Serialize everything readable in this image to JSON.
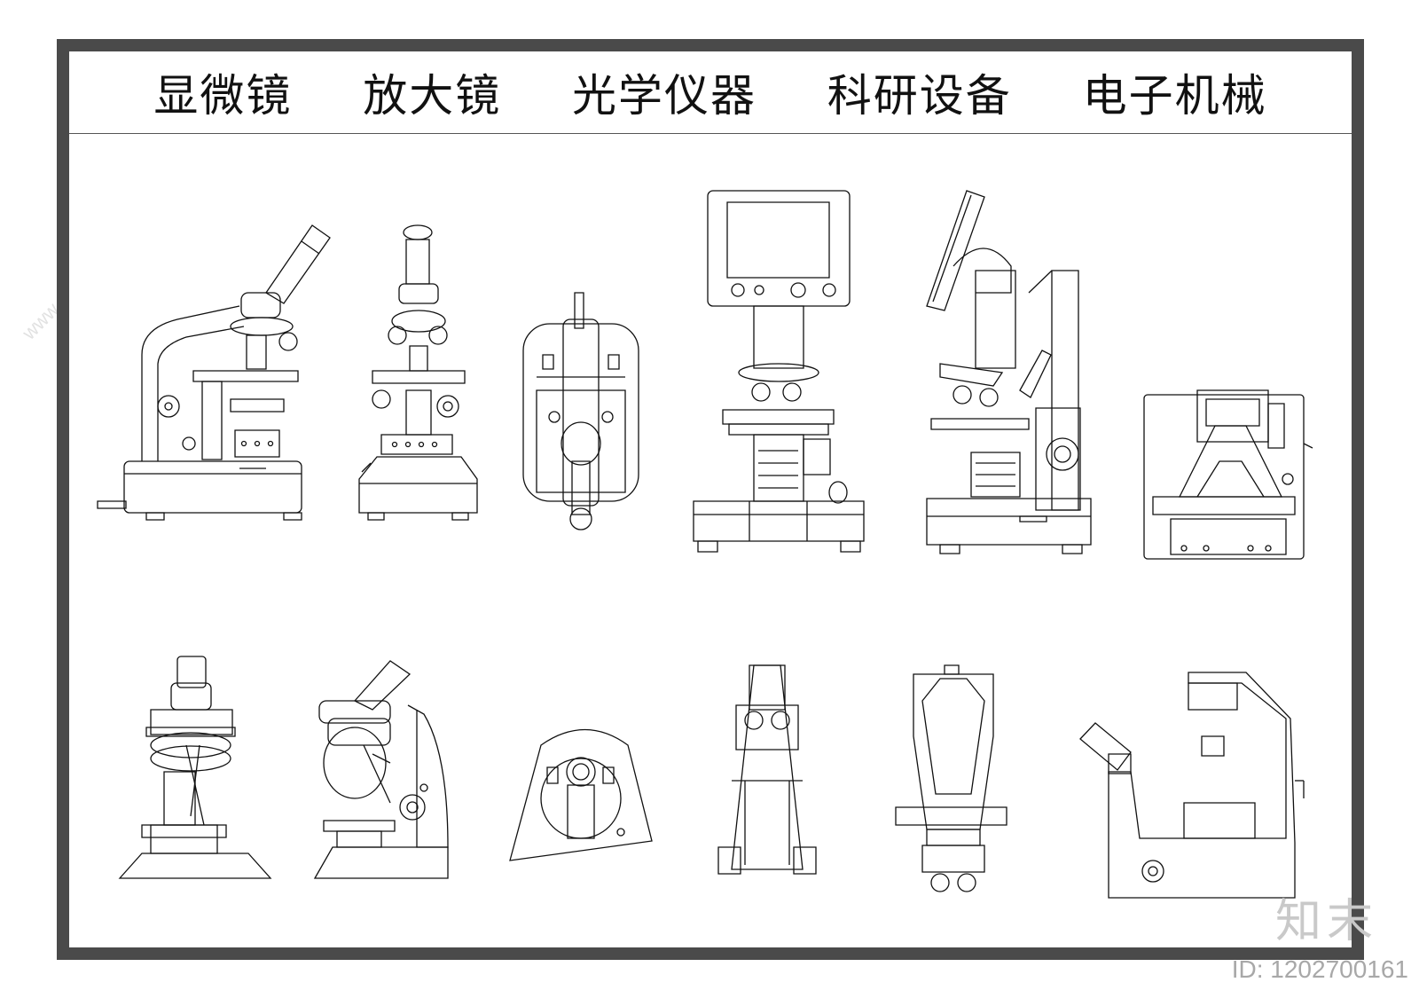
{
  "title": "显微镜  放大镜  光学仪器  科研设备  电子机械",
  "watermark": {
    "logo_text": "知末",
    "id_text": "ID: 1202700161",
    "site_text": "www.znzmo.com"
  },
  "drawings": [
    {
      "name": "monocular-microscope-side-view"
    },
    {
      "name": "monocular-microscope-front-view"
    },
    {
      "name": "monocular-microscope-top-view"
    },
    {
      "name": "lcd-digital-microscope-front-view"
    },
    {
      "name": "lcd-digital-microscope-side-view"
    },
    {
      "name": "lcd-digital-microscope-top-view"
    },
    {
      "name": "student-microscope-front-view"
    },
    {
      "name": "student-microscope-side-view"
    },
    {
      "name": "student-microscope-top-view"
    },
    {
      "name": "binocular-microscope-front-view"
    },
    {
      "name": "binocular-microscope-back-view"
    },
    {
      "name": "binocular-microscope-side-view"
    }
  ],
  "colors": {
    "frame": "#4a4a4a",
    "line": "#111111",
    "watermark": "#c9c9c9"
  }
}
